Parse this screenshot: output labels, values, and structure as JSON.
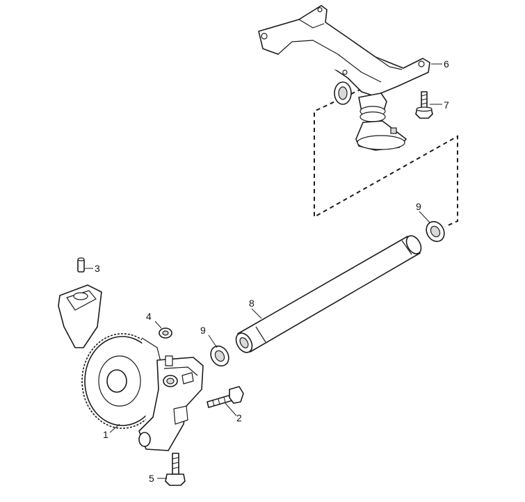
{
  "diagram": {
    "callouts": {
      "c1": "1",
      "c2": "2",
      "c3": "3",
      "c4": "4",
      "c5": "5",
      "c6": "6",
      "c7": "7",
      "c8": "8",
      "c9a": "9",
      "c9b": "9"
    }
  },
  "colors": {
    "line": "#1a1a1a",
    "fill": "#ffffff",
    "shade": "#d9d9d9"
  }
}
